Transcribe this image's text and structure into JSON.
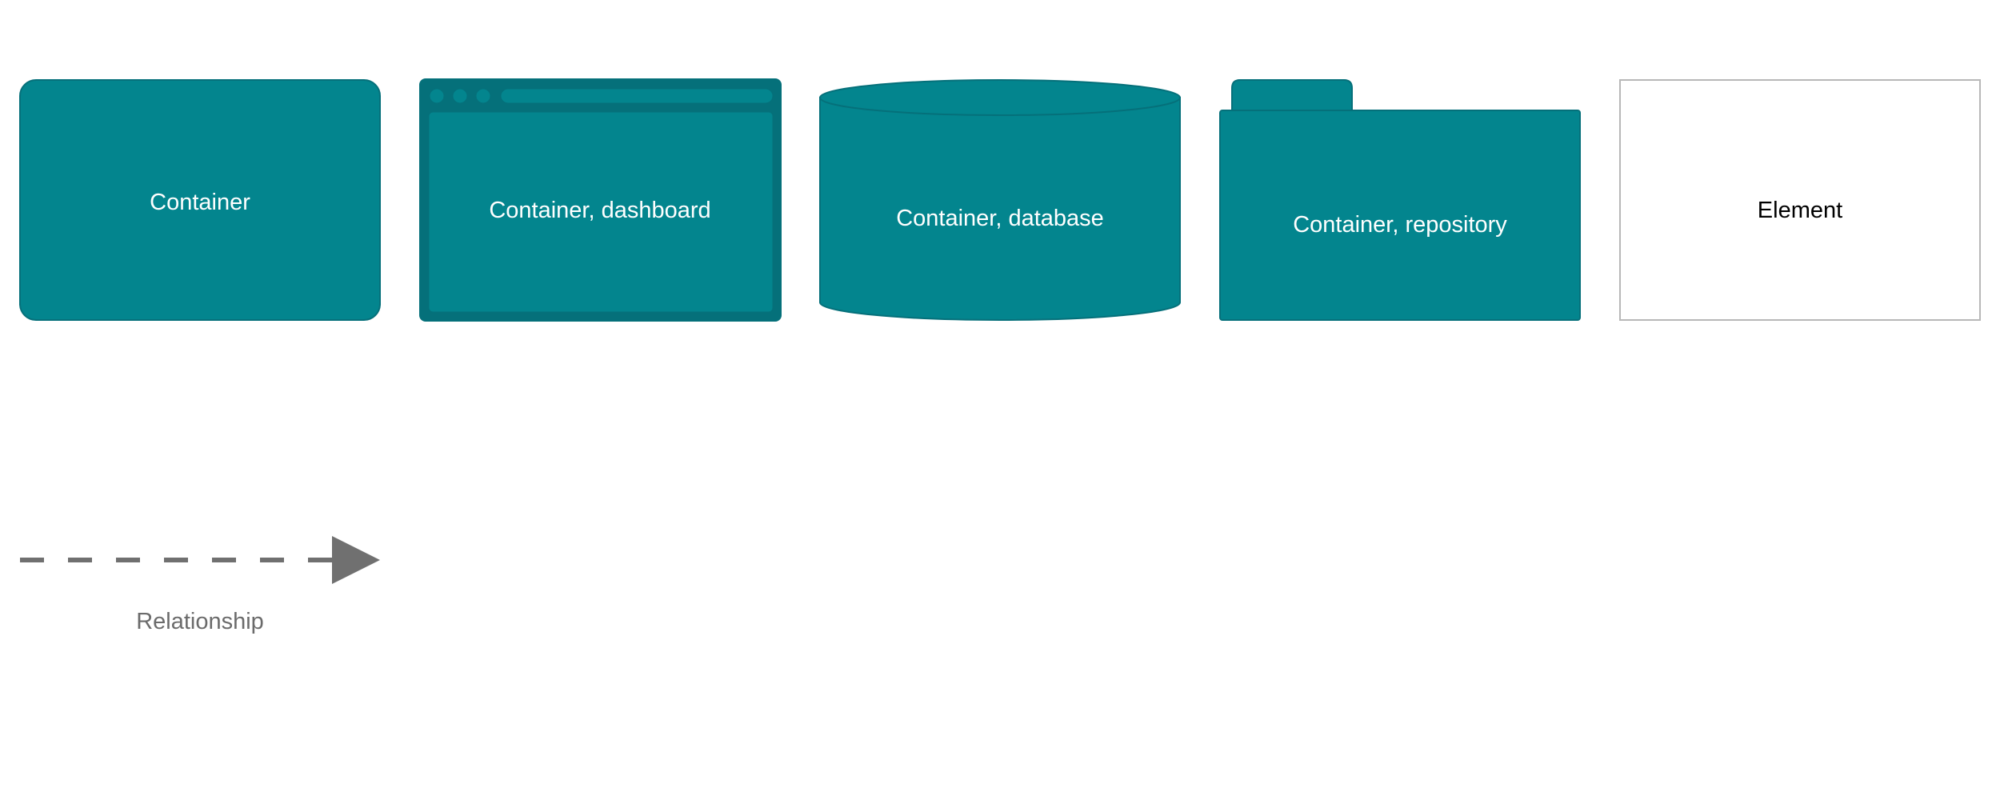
{
  "colors": {
    "container_fill": "#03858e",
    "container_stroke": "#05707a",
    "container_text": "#ffffff",
    "element_fill": "#ffffff",
    "element_stroke": "#b8b8b8",
    "element_text": "#000000",
    "relationship": "#707070",
    "relationship_text": "#6b6b6b"
  },
  "shapes": {
    "container": {
      "label": "Container"
    },
    "dashboard": {
      "label": "Container, dashboard"
    },
    "database": {
      "label": "Container, database"
    },
    "repository": {
      "label": "Container, repository"
    },
    "element": {
      "label": "Element"
    }
  },
  "relationship": {
    "label": "Relationship"
  }
}
